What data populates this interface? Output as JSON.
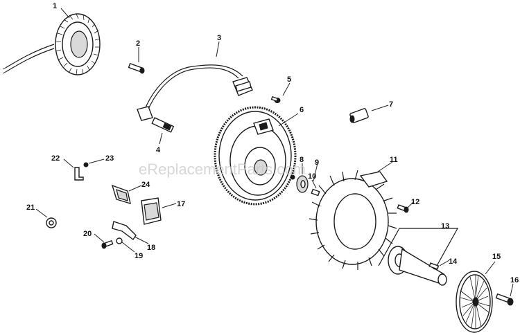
{
  "watermark": "eReplacementParts.com",
  "callouts": {
    "c1": "1",
    "c2": "2",
    "c3": "3",
    "c4": "4",
    "c5": "5",
    "c6": "6",
    "c7": "7",
    "c8": "8",
    "c9": "9",
    "c10": "10",
    "c11": "11",
    "c12": "12",
    "c13": "13",
    "c14": "14",
    "c15": "15",
    "c16": "16",
    "c17": "17",
    "c18": "18",
    "c19": "19",
    "c20": "20",
    "c21": "21",
    "c22": "22",
    "c23": "23",
    "c24": "24"
  }
}
